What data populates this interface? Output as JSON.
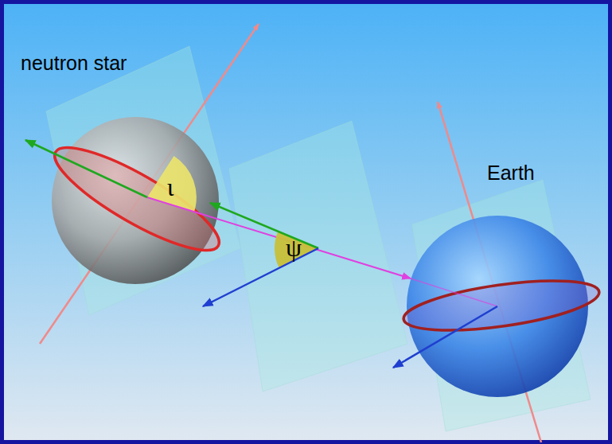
{
  "diagram": {
    "labels": [
      "neutron star",
      "ι",
      "ψ",
      "Earth"
    ]
  }
}
